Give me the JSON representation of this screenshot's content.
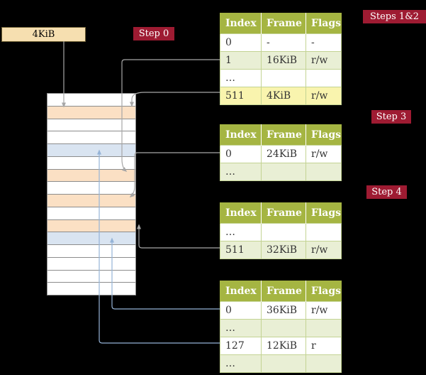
{
  "labels": {
    "frame_box": "4KiB",
    "step0": "Step 0",
    "steps12": "Steps 1&2",
    "step3": "Step 3",
    "step4": "Step 4"
  },
  "colors": {
    "badge": "#9e1b32",
    "frame_box": "#f6dfb0",
    "table_header": "#a5b542",
    "row_green": "#e9efd5",
    "row_yellow": "#f9f4ae",
    "mem_table": "#fbe0c4",
    "mem_page": "#d9e4f1",
    "arrow_gray": "#a6a6a6",
    "arrow_blue": "#95b3d7"
  },
  "tables": [
    {
      "id": "t1",
      "headers": [
        "Index",
        "Frame",
        "Flags"
      ],
      "rows": [
        {
          "cells": [
            "0",
            "-",
            "-"
          ],
          "style": "white"
        },
        {
          "cells": [
            "1",
            "16KiB",
            "r/w"
          ],
          "style": "green"
        },
        {
          "cells": [
            "…",
            "",
            ""
          ],
          "style": "white"
        },
        {
          "cells": [
            "511",
            "4KiB",
            "r/w"
          ],
          "style": "yellow"
        }
      ]
    },
    {
      "id": "t2",
      "headers": [
        "Index",
        "Frame",
        "Flags"
      ],
      "rows": [
        {
          "cells": [
            "0",
            "24KiB",
            "r/w"
          ],
          "style": "white"
        },
        {
          "cells": [
            "…",
            "",
            ""
          ],
          "style": "green"
        }
      ]
    },
    {
      "id": "t3",
      "headers": [
        "Index",
        "Frame",
        "Flags"
      ],
      "rows": [
        {
          "cells": [
            "…",
            "",
            ""
          ],
          "style": "white"
        },
        {
          "cells": [
            "511",
            "32KiB",
            "r/w"
          ],
          "style": "green"
        }
      ]
    },
    {
      "id": "t4",
      "headers": [
        "Index",
        "Frame",
        "Flags"
      ],
      "rows": [
        {
          "cells": [
            "0",
            "36KiB",
            "r/w"
          ],
          "style": "white"
        },
        {
          "cells": [
            "…",
            "",
            ""
          ],
          "style": "green"
        },
        {
          "cells": [
            "127",
            "12KiB",
            "r"
          ],
          "style": "white"
        },
        {
          "cells": [
            "…",
            "",
            ""
          ],
          "style": "green"
        }
      ]
    }
  ],
  "memory": {
    "rows": [
      "free",
      "table",
      "free",
      "free",
      "page",
      "free",
      "table",
      "free",
      "table",
      "free",
      "table",
      "page",
      "free",
      "free",
      "free",
      "free"
    ]
  }
}
